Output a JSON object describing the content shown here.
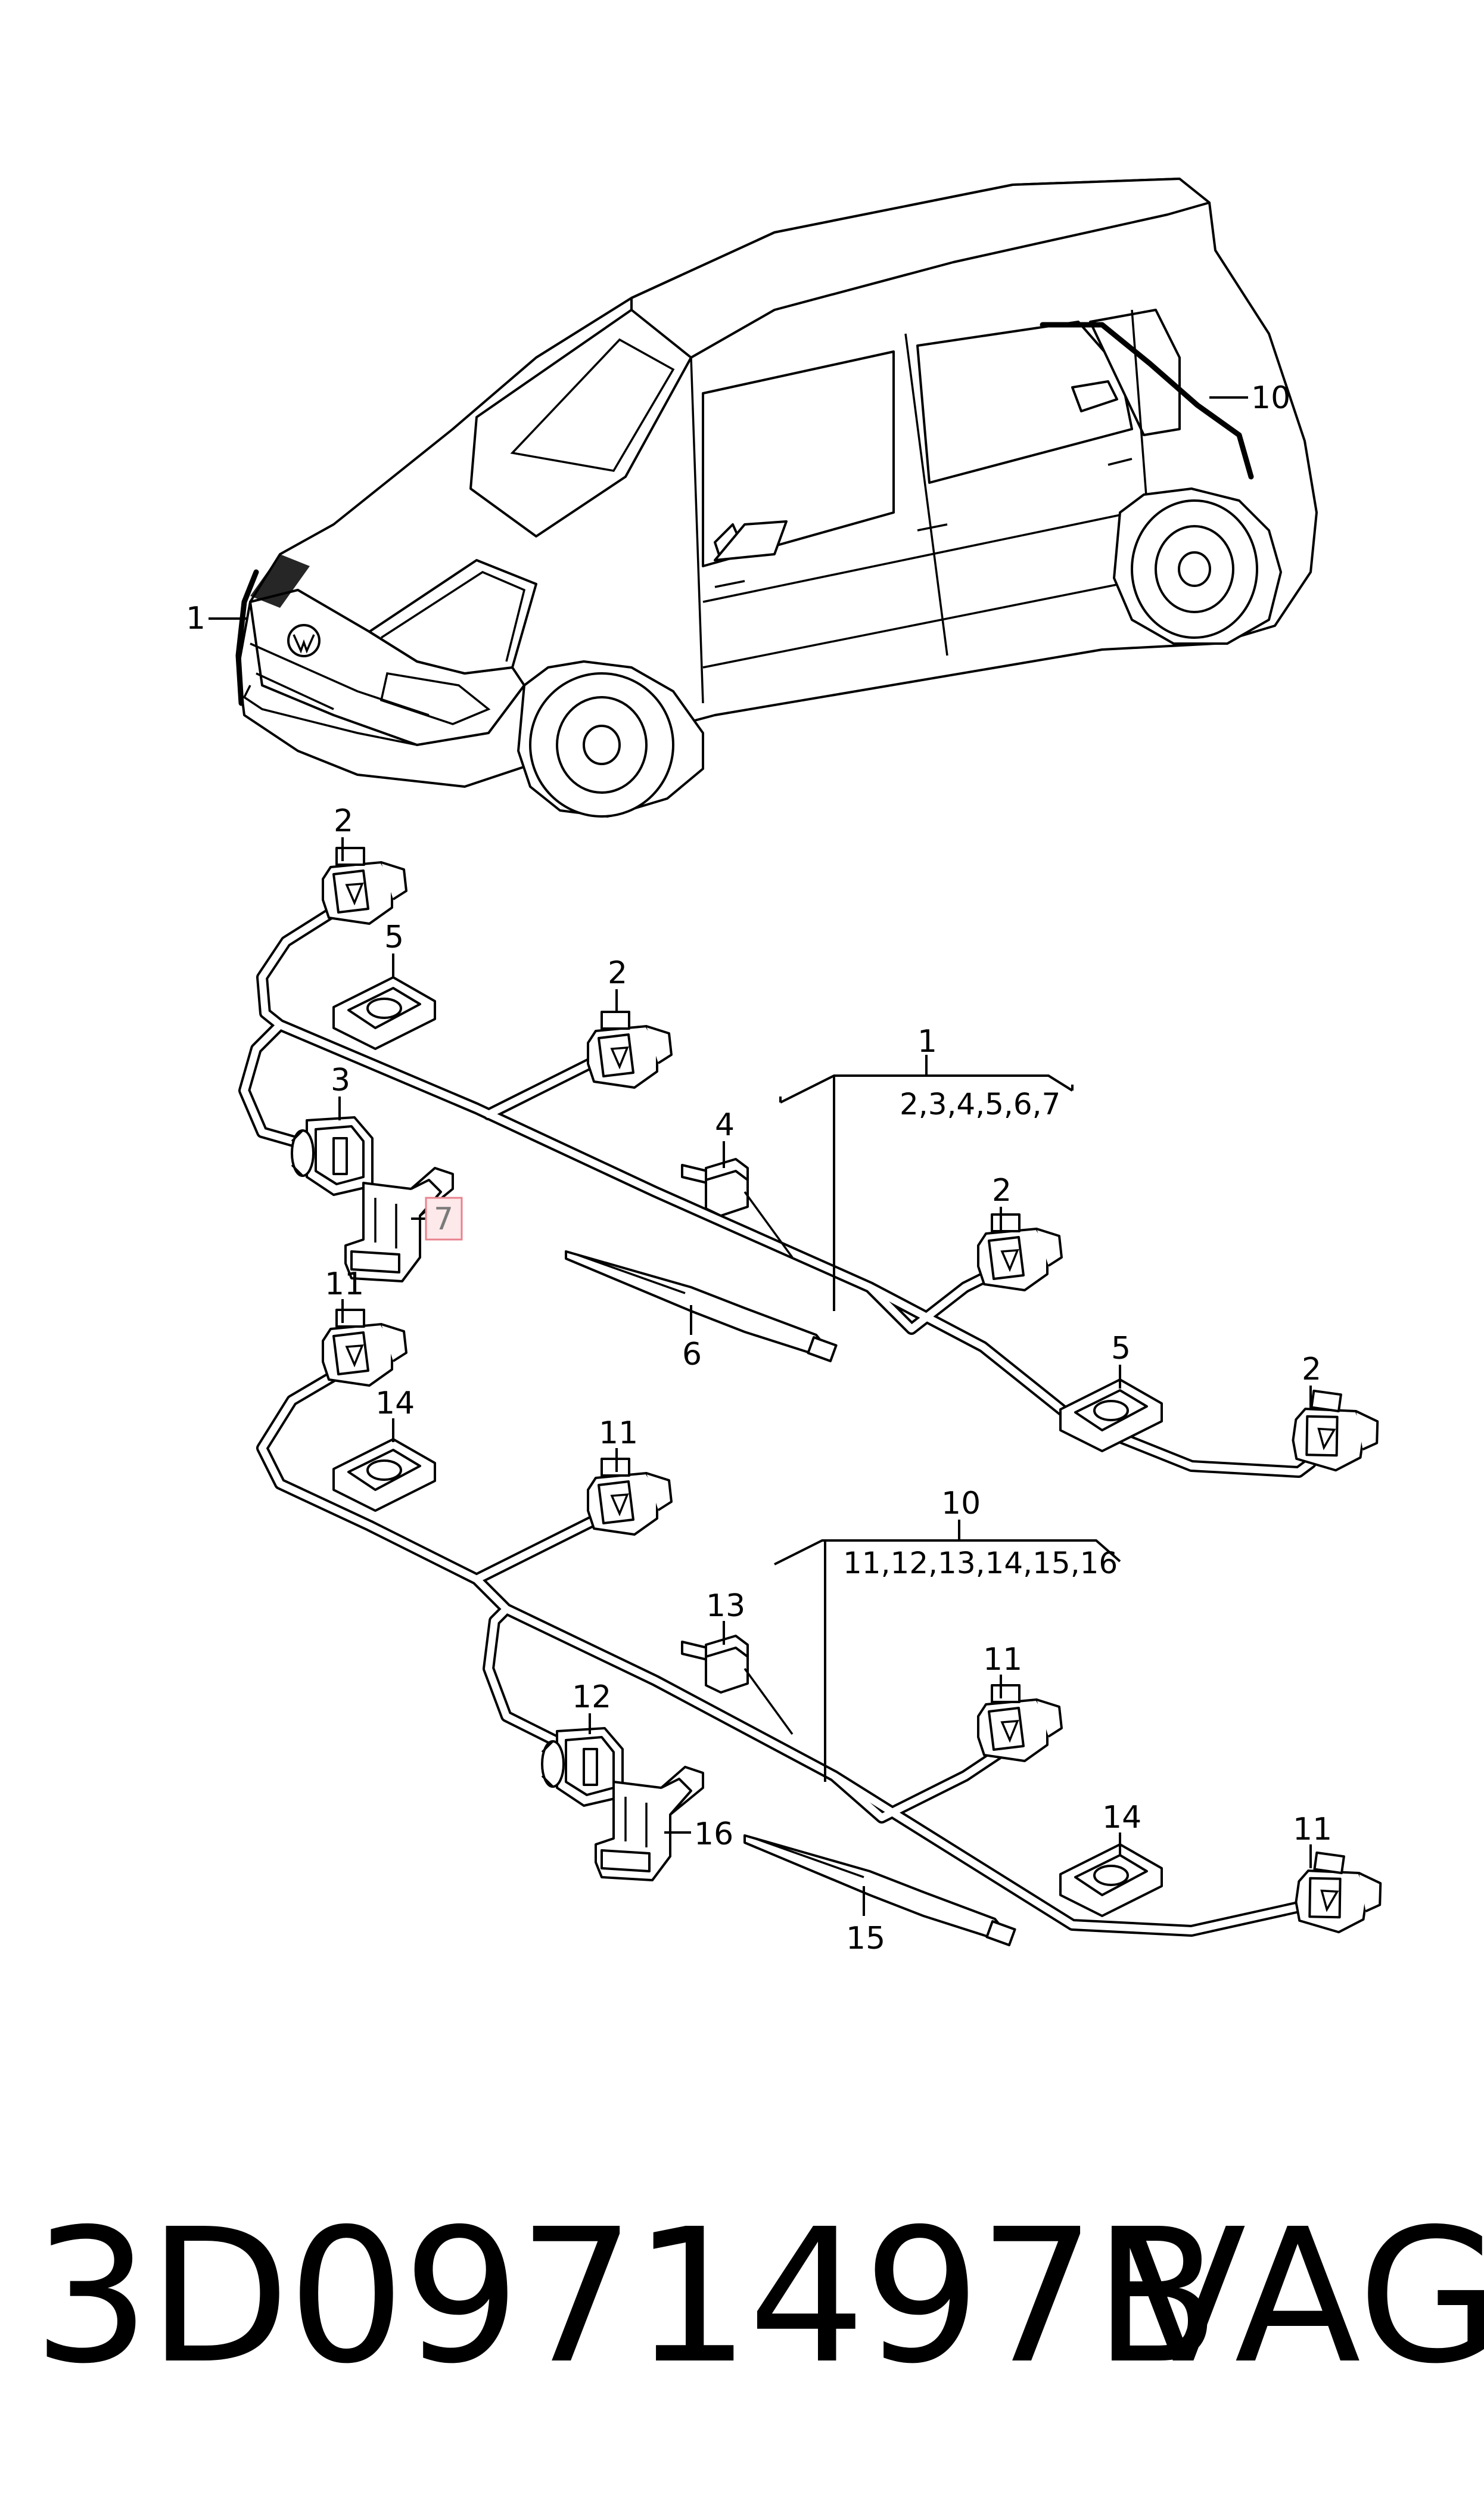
{
  "footer": {
    "part_number": "3D0971497B",
    "brand": "VAG"
  },
  "callouts": {
    "car_front": "1",
    "car_rear": "10",
    "a_conn_top": "2",
    "a_holder_top": "5",
    "a_conn_mid": "2",
    "a_conn_left": "3",
    "a_clip": "4",
    "a_bracket_highlighted": "7",
    "a_tie": "6",
    "a_assembly": "1",
    "a_assembly_contents": "2,3,4,5,6,7",
    "a_conn_right1": "2",
    "a_holder_right": "5",
    "a_conn_right2": "2",
    "b_conn_top": "11",
    "b_holder_top": "14",
    "b_conn_mid": "11",
    "b_assembly": "10",
    "b_assembly_contents": "11,12,13,14,15,16",
    "b_clip": "13",
    "b_conn_left": "12",
    "b_bracket": "16",
    "b_conn_right1": "11",
    "b_holder_right": "14",
    "b_tie": "15",
    "b_conn_right2": "11"
  },
  "highlight_color": "#e8838e"
}
